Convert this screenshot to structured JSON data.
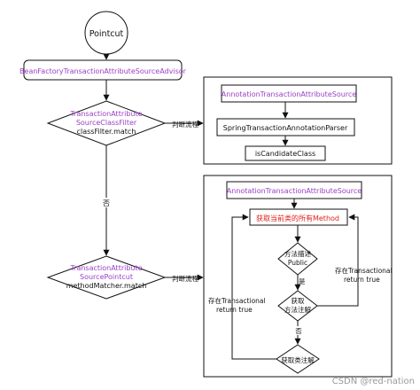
{
  "nodes": {
    "start": "Pointcut",
    "advisor": "BeanFactoryTransactionAttributeSourceAdvisor",
    "d1_line1": "TransactionAttribute",
    "d1_line2": "SourceClassFilter",
    "d1_line3": "classFilter.match",
    "p1_source": "AnnotationTransactionAttributeSource",
    "p1_parser": "SpringTransactionAnnotationParser",
    "p1_candidate": "isCandidateClass",
    "d2_line1": "TransactionAttribute",
    "d2_line2": "SourcePointcut",
    "d2_line3": "methodMatcher.match",
    "p2_source": "AnnotationTransactionAttributeSource",
    "p2_methods": "获取当前类的所有Method",
    "dp_line1": "方法描述",
    "dp_line2": "Public",
    "dm_line1": "获取",
    "dm_line2": "方法注解",
    "dc_line1": "获取类注解"
  },
  "labels": {
    "judge1": "判断流程",
    "judge2": "判断流程",
    "no": "否",
    "yes": "是",
    "no2": "否",
    "store_right_1": "存在Transactional",
    "store_right_2": "return true",
    "store_left_1": "存在Transactional",
    "store_left_2": "return true"
  },
  "watermark": "CSDN @red-nation",
  "colors": {
    "purple_text": "#9b3fc4",
    "red_text": "#e0201b",
    "stroke": "#111111"
  }
}
